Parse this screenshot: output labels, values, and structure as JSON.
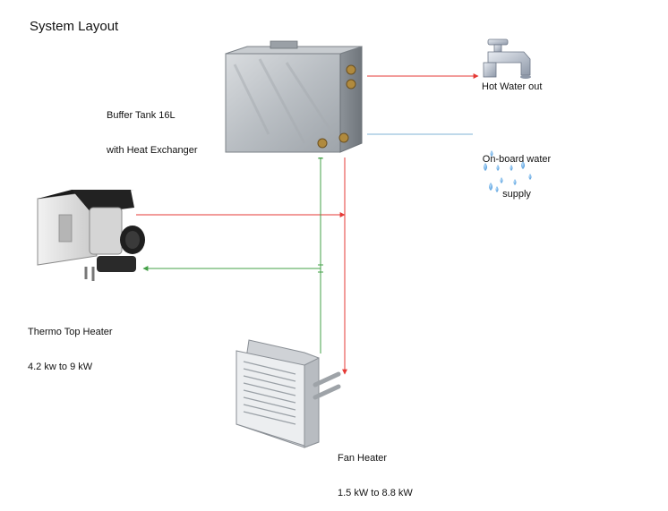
{
  "title": "System Layout",
  "components": {
    "buffer_tank": {
      "line1": "Buffer Tank 16L",
      "line2": "with Heat Exchanger"
    },
    "hot_water": {
      "label": "Hot Water out"
    },
    "water_supply": {
      "line1": "On-board water",
      "line2": "supply"
    },
    "thermo_top": {
      "line1": "Thermo Top Heater",
      "line2": "4.2 kw to 9 kW"
    },
    "fan_heater": {
      "line1": "Fan Heater",
      "line2": "1.5 kW to 8.8 kW"
    }
  },
  "colors": {
    "hot_line": "#e53935",
    "return_line": "#43a047",
    "cold_line": "#7fb3d5",
    "droplet": "#5aa9e6"
  },
  "icons": [
    "faucet-icon",
    "water-droplets-icon",
    "buffer-tank-image",
    "thermo-top-heater-image",
    "fan-heater-image"
  ]
}
